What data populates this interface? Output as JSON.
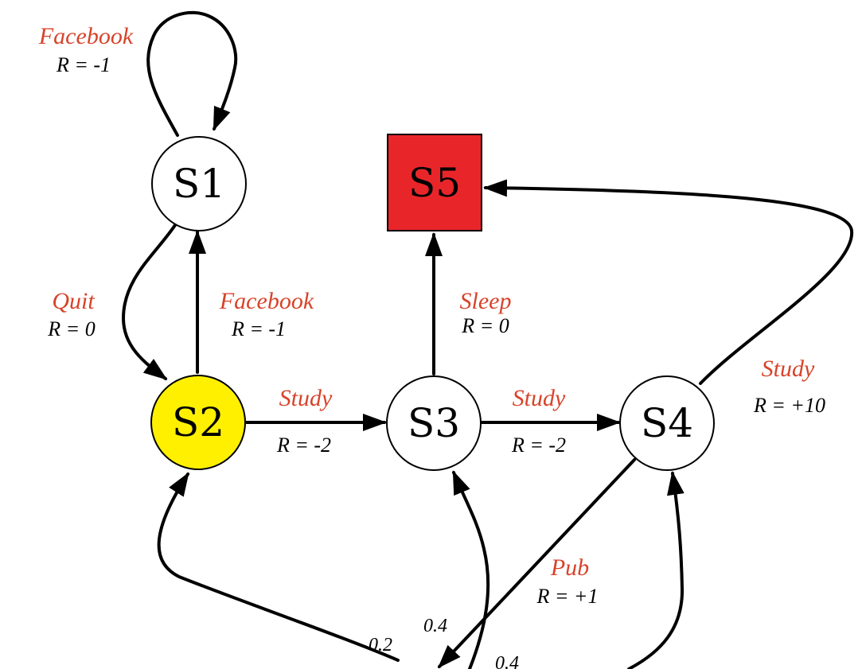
{
  "colors": {
    "label_red": "#d8432a",
    "stroke": "#000000",
    "s2_fill": "#fff000",
    "s5_fill": "#e8262a",
    "node_fill": "#ffffff"
  },
  "nodes": {
    "s1": "S1",
    "s2": "S2",
    "s3": "S3",
    "s4": "S4",
    "s5": "S5"
  },
  "edges": {
    "s1_self": {
      "action": "Facebook",
      "reward": "R = -1"
    },
    "s1_s2": {
      "action": "Quit",
      "reward": "R = 0"
    },
    "s2_s1": {
      "action": "Facebook",
      "reward": "R = -1"
    },
    "s2_s3": {
      "action": "Study",
      "reward": "R = -2"
    },
    "s3_s4": {
      "action": "Study",
      "reward": "R = -2"
    },
    "s3_s5": {
      "action": "Sleep",
      "reward": "R = 0"
    },
    "s4_s5": {
      "action": "Study",
      "reward": "R = +10"
    },
    "s4_pub": {
      "action": "Pub",
      "reward": "R = +1"
    }
  },
  "probabilities": {
    "to_s2": "0.2",
    "to_s3": "0.4",
    "to_s4": "0.4"
  }
}
